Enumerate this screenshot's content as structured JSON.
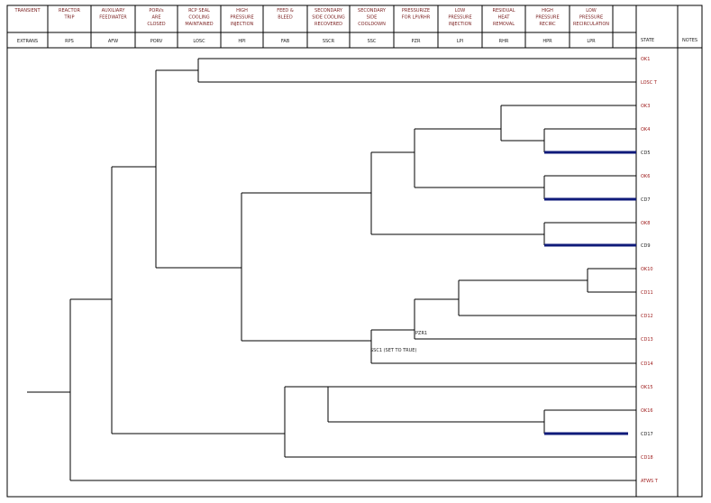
{
  "event_tree": {
    "headers": [
      {
        "top": [
          "TRANSIENT"
        ],
        "bottom": "EXTRANS"
      },
      {
        "top": [
          "REACTOR",
          "TRIP"
        ],
        "bottom": "RPS"
      },
      {
        "top": [
          "AUXILIARY",
          "FEEDWATER"
        ],
        "bottom": "AFW"
      },
      {
        "top": [
          "PORVs",
          "ARE",
          "CLOSED"
        ],
        "bottom": "PORV"
      },
      {
        "top": [
          "RCP SEAL",
          "COOLING",
          "MAINTAINED"
        ],
        "bottom": "LOSC"
      },
      {
        "top": [
          "HIGH",
          "PRESSURE",
          "INJECTION"
        ],
        "bottom": "HPI"
      },
      {
        "top": [
          "FEED &",
          "BLEED"
        ],
        "bottom": "FAB"
      },
      {
        "top": [
          "SECONDARY",
          "SIDE COOLING",
          "RECOVERED"
        ],
        "bottom": "SSCR"
      },
      {
        "top": [
          "SECONDARY",
          "SIDE",
          "COOLDOWN"
        ],
        "bottom": "SSC"
      },
      {
        "top": [
          "PRESSURIZE",
          "FOR LPI/RHR"
        ],
        "bottom": "PZR"
      },
      {
        "top": [
          "LOW",
          "PRESSURE",
          "INJECTION"
        ],
        "bottom": "LPI"
      },
      {
        "top": [
          "RESIDUAL",
          "HEAT",
          "REMOVAL"
        ],
        "bottom": "RHR"
      },
      {
        "top": [
          "HIGH",
          "PRESSURE",
          "RECIRC"
        ],
        "bottom": "HPR"
      },
      {
        "top": [
          "LOW",
          "PRESSURE",
          "RECIRCULATION"
        ],
        "bottom": "LPR"
      }
    ],
    "state_header": "STATE",
    "notes_header": "NOTES",
    "states": [
      {
        "label": "OK1",
        "cd": false
      },
      {
        "label": "LOSC   T",
        "cd": false
      },
      {
        "label": "OK3",
        "cd": false
      },
      {
        "label": "OK4",
        "cd": false
      },
      {
        "label": "CD5",
        "cd": true
      },
      {
        "label": "OK6",
        "cd": false
      },
      {
        "label": "CD7",
        "cd": true
      },
      {
        "label": "OK8",
        "cd": false
      },
      {
        "label": "CD9",
        "cd": true
      },
      {
        "label": "OK10",
        "cd": false
      },
      {
        "label": "CD11",
        "cd": false
      },
      {
        "label": "CD12",
        "cd": false
      },
      {
        "label": "CD13",
        "cd": false
      },
      {
        "label": "CD14",
        "cd": false
      },
      {
        "label": "OK15",
        "cd": false
      },
      {
        "label": "OK16",
        "cd": false
      },
      {
        "label": "CD17",
        "cd": true
      },
      {
        "label": "CD18",
        "cd": false
      },
      {
        "label": "ATWS   T",
        "cd": false
      }
    ],
    "annotations": [
      {
        "id": "pzr1",
        "text": "PZR1"
      },
      {
        "id": "ssc1",
        "text": "SSC1 (SET TO TRUE)"
      }
    ],
    "colors": {
      "core_damage_bar": "#0f1a7a",
      "ok_state_text": "#a02020"
    }
  }
}
